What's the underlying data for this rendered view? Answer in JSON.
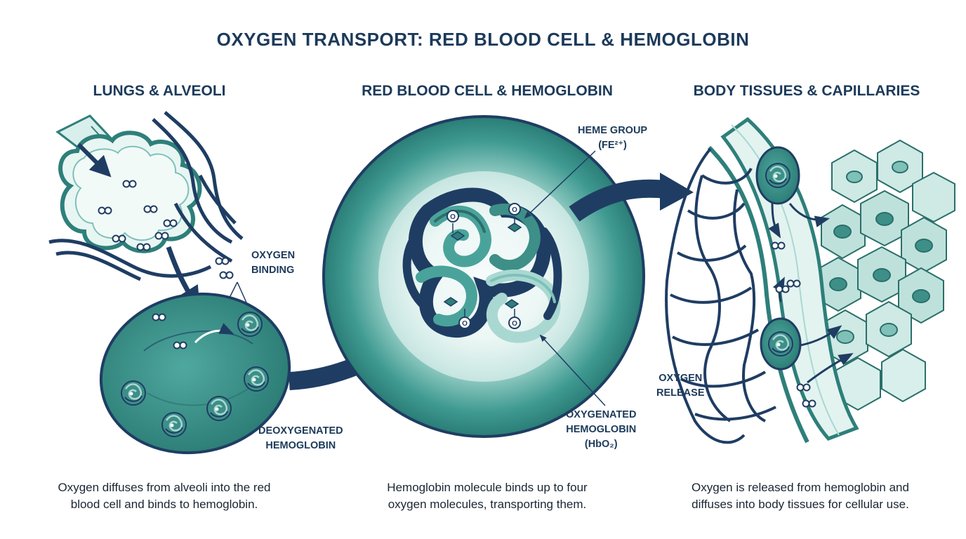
{
  "title": "OXYGEN TRANSPORT: RED BLOOD CELL & HEMOGLOBIN",
  "colors": {
    "navy": "#1f3d63",
    "teal_dark": "#2e7f7a",
    "teal_mid": "#4aa39b",
    "teal_light": "#a9d8d2",
    "pale": "#e6f4f1"
  },
  "panels": {
    "lungs": {
      "heading": "LUNGS & ALVEOLI",
      "label_binding": [
        "OXYGEN",
        "BINDING"
      ],
      "label_deoxy": [
        "DEOXYGENATED",
        "HEMOGLOBIN"
      ],
      "caption": [
        "Oxygen diffuses from alveoli into the red",
        "blood cell and binds to hemoglobin."
      ]
    },
    "rbc": {
      "heading": "RED BLOOD CELL & HEMOGLOBIN",
      "label_heme": [
        "HEME GROUP",
        "(FE²⁺)"
      ],
      "label_oxy": [
        "OXYGENATED",
        "HEMOGLOBIN",
        "(HbO₂)"
      ],
      "caption": [
        "Hemoglobin molecule binds up to four",
        "oxygen molecules, transporting them."
      ],
      "oxygen_marker": "O"
    },
    "tissues": {
      "heading": "BODY TISSUES & CAPILLARIES",
      "label_release": [
        "OXYGEN",
        "RELEASE"
      ],
      "caption": [
        "Oxygen is released from hemoglobin and",
        "diffuses into body tissues for cellular use."
      ]
    }
  }
}
